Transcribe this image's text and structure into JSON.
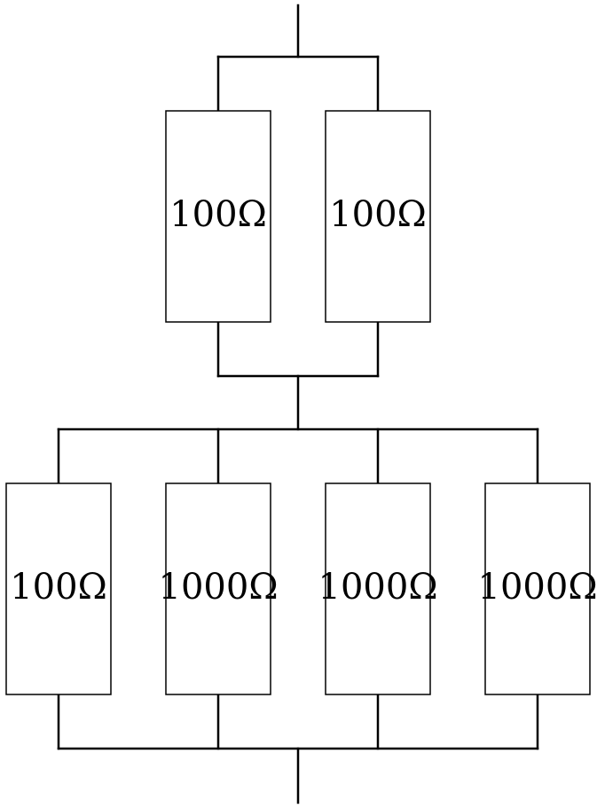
{
  "diagram": {
    "upper_group": {
      "resistors": [
        {
          "label": "100Ω"
        },
        {
          "label": "100Ω"
        }
      ]
    },
    "lower_group": {
      "resistors": [
        {
          "label": "100Ω"
        },
        {
          "label": "1000Ω"
        },
        {
          "label": "1000Ω"
        },
        {
          "label": "1000Ω"
        }
      ]
    }
  }
}
